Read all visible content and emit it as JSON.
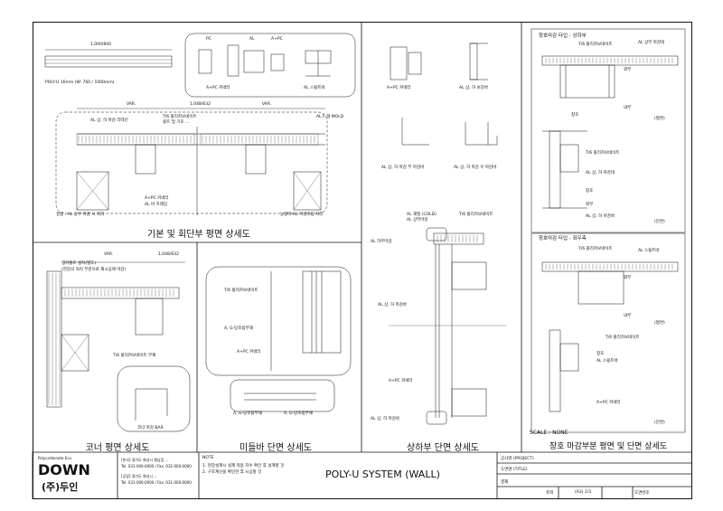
{
  "panels": {
    "basic_plan": {
      "title": "기본 및 회단부 평면 상세도"
    },
    "corner_plan": {
      "title": "코너 평면 상세도"
    },
    "mullion": {
      "title": "미들바 단면 상세도"
    },
    "section": {
      "title": "상하부 단면 상세도"
    },
    "window": {
      "title": "창호 마감부분 평면 및 단면 상세도"
    }
  },
  "labels": {
    "poly_u": "POLY-U 16mm (W: 760 / 1000mm)",
    "dim_top": "1,000/800",
    "profiles": [
      "PC",
      "AL",
      "A+PC",
      "A+PC 커넥터",
      "AL 스윙트바"
    ],
    "var1": "VAR.",
    "dim_1048": "1,048/632",
    "var2": "VAR.",
    "alsteel": "AL 상, 하 마감 리테인",
    "tsfilm": "T/6 폴리카보네이트",
    "bolt": "볼트 및 기초 ...",
    "fmold": "AL F-형 MOLD",
    "apc_conn": "A+PC 커넥터",
    "al_bar": "AL 바 프레임",
    "note_bl": "결합 - AL 상부 마감 시 처리",
    "note_br": "능형마-AL 마감조립 처리",
    "sect_labels": [
      "A+PC 커넥터",
      "AL 상, 하 보강바",
      "AL 상, 하 마감 부 마감바",
      "AL 상, 하 마감 우 마감바"
    ],
    "corner_labels": [
      "앵커볼트 설치(별도)",
      "(현장의 처리 부분으로 재시공에 마감)",
      "VAR.",
      "1,048/632",
      "T/6 폴리카보네이트 부재",
      "코너 마감 BAR"
    ],
    "mullion_labels": [
      "T/6 폴리카보네이트",
      "A, G-당조립부재",
      "A+PC 커넥터",
      "A, G-당조립부재",
      "A, G-당조립부재"
    ],
    "section_labels": [
      "AL 재질 (COLD)",
      "AL 상부마감",
      "AL 하부마감",
      "T/6 폴리카보네이트",
      "AL 상, 하 마감바",
      "A+PC 커넥터",
      "AL 상, 하 마감바"
    ],
    "window_labels": [
      "창호마감 타입 - 상하부",
      "AL 상부 마감대",
      "T/6 폴리카보네이트",
      "창호",
      "외부",
      "내부",
      "(평면)",
      "T/6 폴리카보네이트",
      "AL 상, 하 마감대",
      "창호",
      "외부",
      "AL 상, 하 마감바",
      "(단면)",
      "창호마감 타입 - 좌우측",
      "T/6 폴리카보네이트",
      "AL 스윙트바",
      "외부",
      "내부",
      "(평면)",
      "T/6 폴리카보네이트",
      "창호",
      "AL 스윙트바",
      "A+PC 커넥터",
      "(단면)"
    ],
    "scale": "SCALE : NONE"
  },
  "title_block": {
    "company_en": "DOWN",
    "company_ko": "(주)두인",
    "tagline": "Polycarbonate Eco",
    "addr_lines": [
      "[본사] 경기도 화성시 향남읍 ...",
      "Tel. 031-000-0000 / Fax. 031-000-0000",
      "[공장] 경기도 화성시 ...",
      "Tel. 031-000-0000 / Fax. 031-000-0000"
    ],
    "note_head": "NOTE",
    "notes": [
      "1. 현장설계시 실제 적용 치수 확인 후 설계할 것",
      "2. 구조계산을 확인한 후 시공할 것"
    ],
    "drawing_title": "POLY-U SYSTEM (WALL)",
    "fields": [
      "공사명 (PROJECT)",
      "도면명 (TITLE)",
      "축척",
      "(A3) 1/3",
      "도면번호",
      "결재"
    ]
  }
}
